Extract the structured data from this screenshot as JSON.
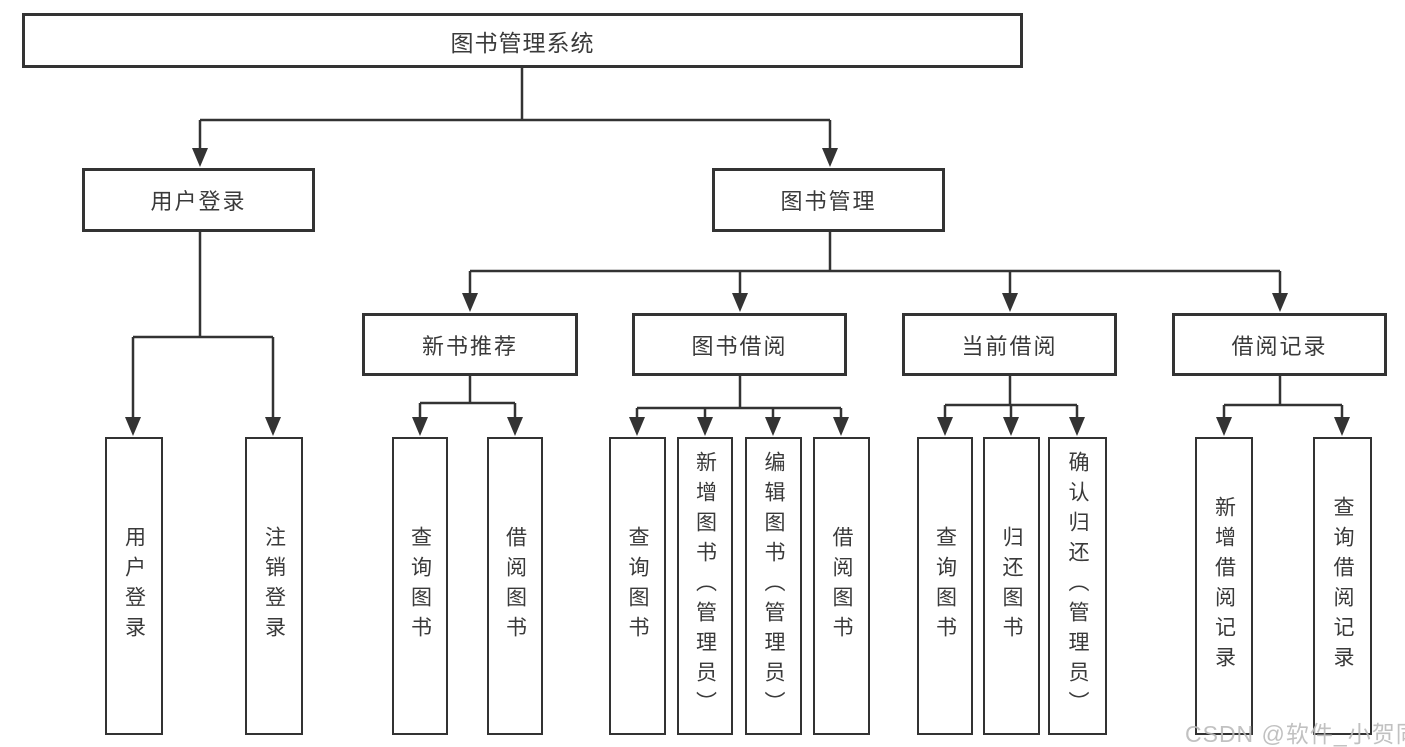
{
  "diagram": {
    "type": "hierarchy-tree",
    "root": {
      "label": "图书管理系统"
    },
    "branches": [
      {
        "label": "用户登录",
        "children": [
          {
            "label": "用户登录"
          },
          {
            "label": "注销登录"
          }
        ]
      },
      {
        "label": "图书管理",
        "children": [
          {
            "label": "新书推荐",
            "children": [
              {
                "label": "查询图书"
              },
              {
                "label": "借阅图书"
              }
            ]
          },
          {
            "label": "图书借阅",
            "children": [
              {
                "label": "查询图书"
              },
              {
                "label": "新增图书（管理员）"
              },
              {
                "label": "编辑图书（管理员）"
              },
              {
                "label": "借阅图书"
              }
            ]
          },
          {
            "label": "当前借阅",
            "children": [
              {
                "label": "查询图书"
              },
              {
                "label": "归还图书"
              },
              {
                "label": "确认归还（管理员）"
              }
            ]
          },
          {
            "label": "借阅记录",
            "children": [
              {
                "label": "新增借阅记录"
              },
              {
                "label": "查询借阅记录"
              }
            ]
          }
        ]
      }
    ]
  },
  "watermark": {
    "text": "CSDN @软件_小贺同学"
  },
  "colors": {
    "line": "#333333",
    "box_border": "#333333",
    "text": "#3a3a3a",
    "background": "#ffffff",
    "watermark": "#bababa"
  }
}
